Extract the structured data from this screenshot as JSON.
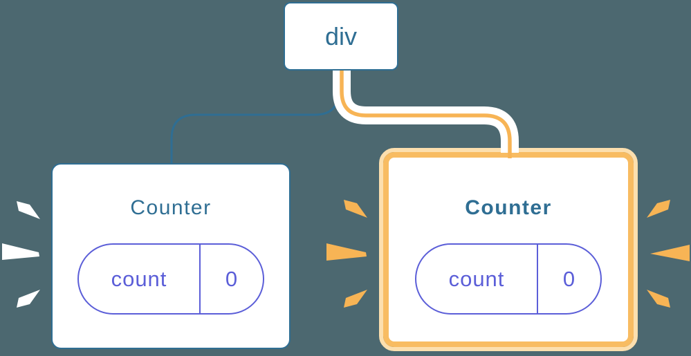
{
  "diagram": {
    "background": "#4C6870",
    "root_node": {
      "label": "div"
    },
    "edges": [
      {
        "from": "div",
        "to": "counter-left",
        "color": "#2F6E93",
        "style": "plain"
      },
      {
        "from": "div",
        "to": "counter-right",
        "color": "#F7B455",
        "style": "highlighted-white-casing"
      }
    ],
    "counters": {
      "left": {
        "title": "Counter",
        "state_key": "count",
        "state_value": "0",
        "highlighted": false,
        "burst_color": "#FFFFFF"
      },
      "right": {
        "title": "Counter",
        "state_key": "count",
        "state_value": "0",
        "highlighted": true,
        "burst_color": "#F7B455"
      }
    },
    "colors": {
      "background": "#4C6870",
      "node_border_blue": "#2F6E93",
      "node_text_blue": "#2F6E93",
      "edge_blue": "#2F6E93",
      "edge_orange": "#F7B455",
      "edge_casing_white": "#FFFFFF",
      "highlight_outer_peach": "#FCDFAE",
      "highlight_inner_orange": "#F8BC62",
      "state_purple": "#5B5ED8",
      "card_background": "#FFFFFF",
      "burst_white": "#FFFFFF",
      "burst_orange": "#F7B455"
    }
  }
}
